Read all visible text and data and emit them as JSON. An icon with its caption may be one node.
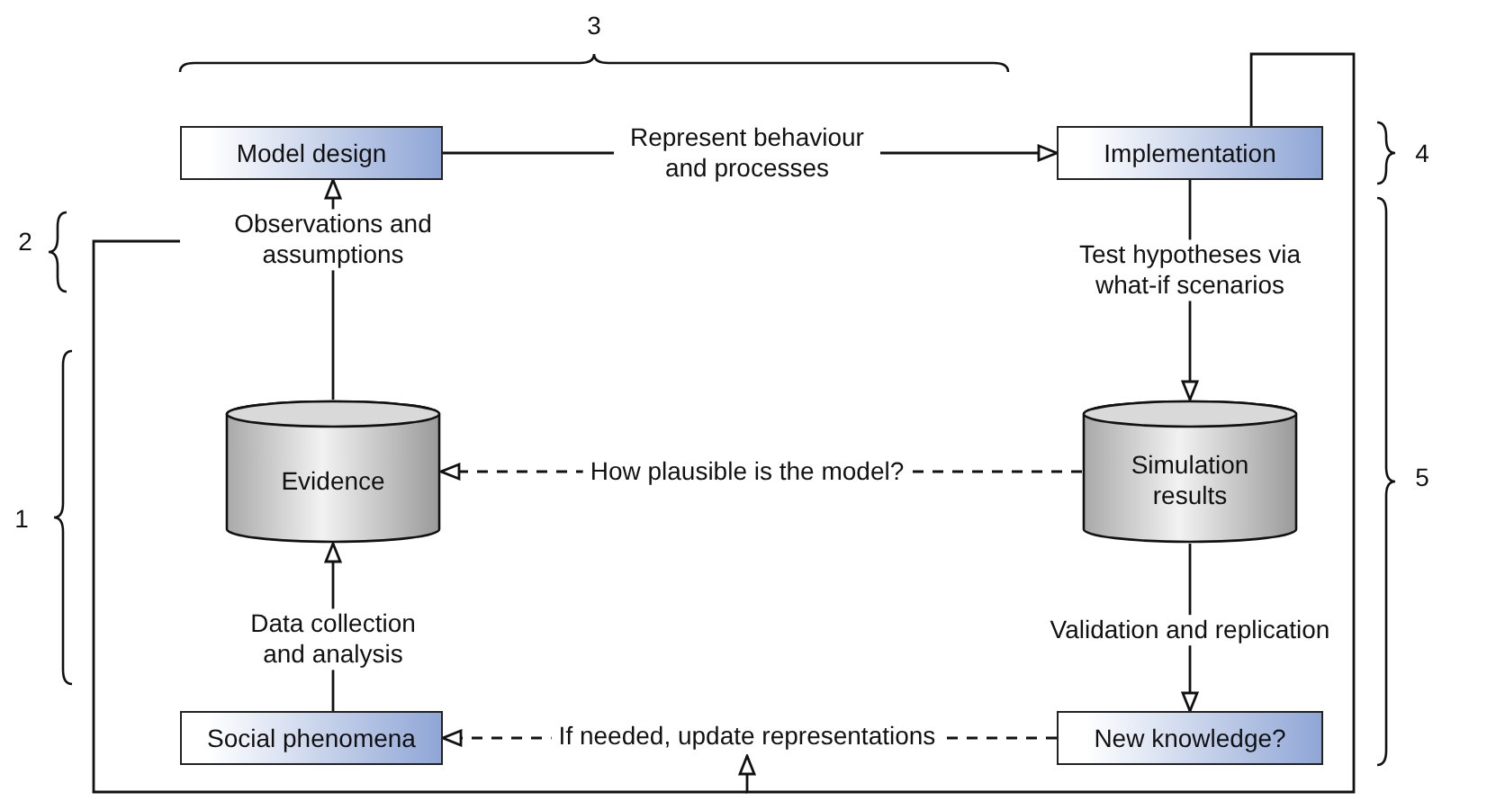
{
  "diagram": {
    "nodes": [
      {
        "text": [
          "Model design"
        ]
      },
      {
        "text": [
          "Implementation"
        ]
      },
      {
        "text": [
          "Evidence"
        ]
      },
      {
        "text": [
          "Simulation results"
        ]
      },
      {
        "text": [
          "Social phenomena"
        ]
      },
      {
        "text": [
          "New knowledge?"
        ]
      }
    ],
    "edges": [
      {
        "from": 0,
        "to": 1,
        "arrow": "to",
        "label": "Represent behaviour and processes"
      },
      {
        "from": 1,
        "to": 3,
        "arrow": "to",
        "label": "Test hypotheses via what-if scenarios"
      },
      {
        "from": 3,
        "to": 2,
        "arrow": "to",
        "style": "dashed",
        "label": "How plausible is the model?"
      },
      {
        "from": 2,
        "to": 0,
        "arrow": "to",
        "label": "Observations and assumptions"
      },
      {
        "from": 4,
        "to": 2,
        "arrow": "to",
        "label": "Data collection and analysis"
      },
      {
        "from": 3,
        "to": 5,
        "arrow": "to",
        "label": "Validation and replication"
      },
      {
        "from": 5,
        "to": 4,
        "arrow": "to",
        "style": "dashed",
        "label": "If needed, update representations"
      },
      {
        "from": 1,
        "to": null,
        "arrow": "to"
      }
    ],
    "labels": [
      "3",
      "4",
      "2",
      "5",
      "1"
    ]
  }
}
